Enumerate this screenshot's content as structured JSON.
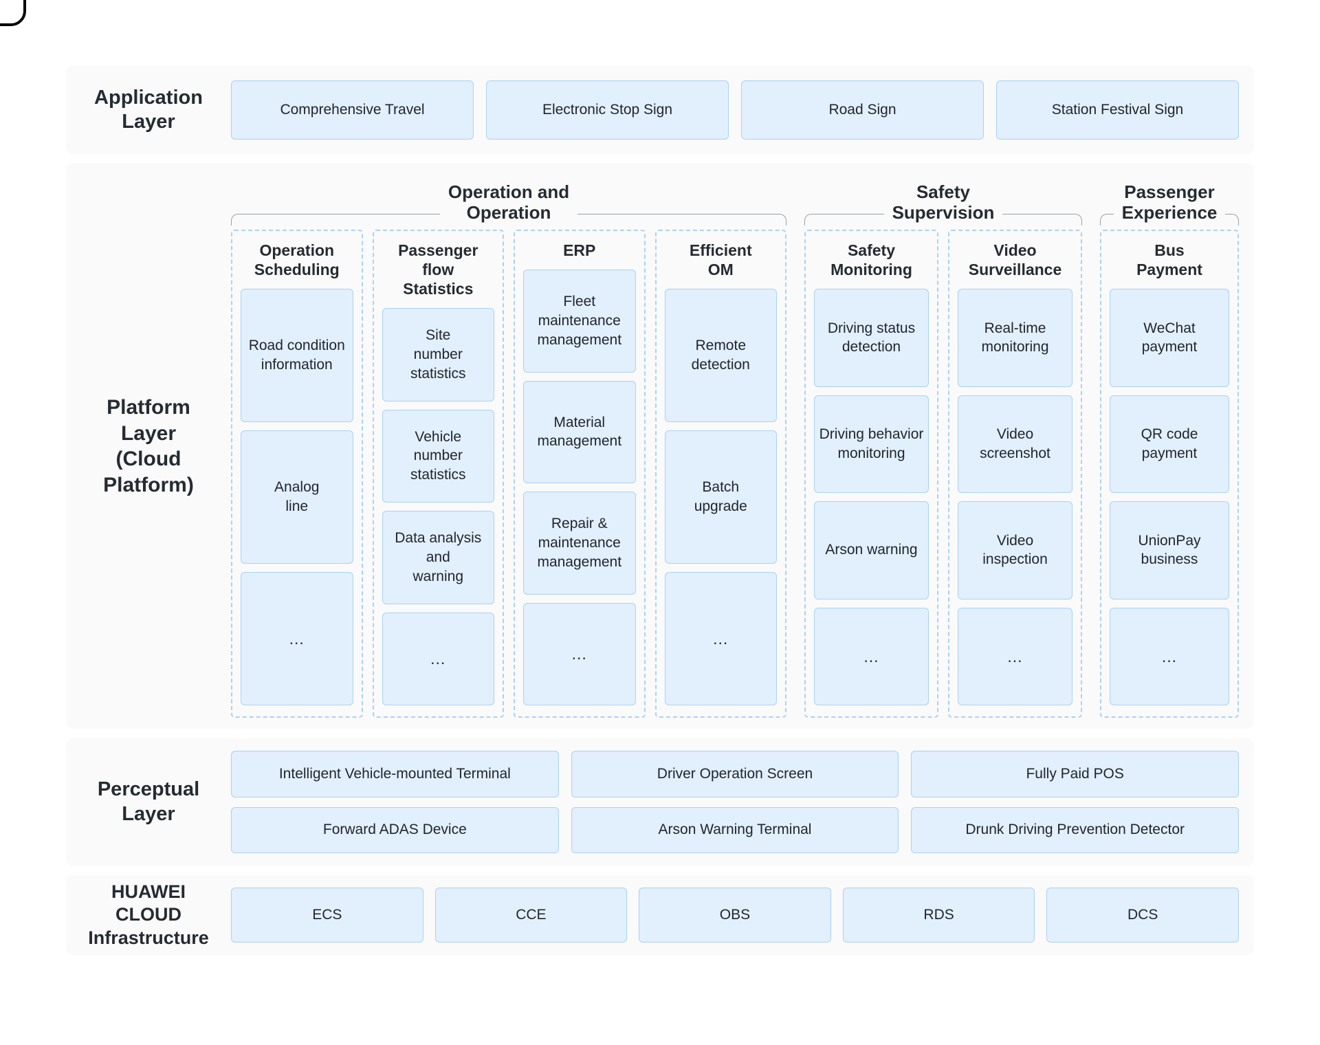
{
  "application_layer": {
    "label": "Application\nLayer",
    "items": [
      "Comprehensive Travel",
      "Electronic Stop Sign",
      "Road Sign",
      "Station Festival Sign"
    ]
  },
  "platform_layer": {
    "label": "Platform\nLayer\n(Cloud\nPlatform)",
    "groups": [
      {
        "title": "Operation and\nOperation",
        "columns": [
          {
            "title": "Operation\nScheduling",
            "items": [
              "Road condition\ninformation",
              "Analog\nline",
              "..."
            ]
          },
          {
            "title": "Passenger flow\nStatistics",
            "items": [
              "Site\nnumber\nstatistics",
              "Vehicle\nnumber\nstatistics",
              "Data analysis\nand\nwarning",
              "..."
            ]
          },
          {
            "title": "ERP",
            "items": [
              "Fleet\nmaintenance\nmanagement",
              "Material\nmanagement",
              "Repair &\nmaintenance\nmanagement",
              "..."
            ]
          },
          {
            "title": "Efficient\nOM",
            "items": [
              "Remote\ndetection",
              "Batch\nupgrade",
              "..."
            ]
          }
        ]
      },
      {
        "title": "Safety\nSupervision",
        "columns": [
          {
            "title": "Safety\nMonitoring",
            "items": [
              "Driving status\ndetection",
              "Driving behavior\nmonitoring",
              "Arson warning",
              "..."
            ]
          },
          {
            "title": "Video\nSurveillance",
            "items": [
              "Real-time\nmonitoring",
              "Video\nscreenshot",
              "Video\ninspection",
              "..."
            ]
          }
        ]
      },
      {
        "title": "Passenger\nExperience",
        "columns": [
          {
            "title": "Bus\nPayment",
            "items": [
              "WeChat\npayment",
              "QR code\npayment",
              "UnionPay\nbusiness",
              "..."
            ]
          }
        ]
      }
    ]
  },
  "perceptual_layer": {
    "label": "Perceptual\nLayer",
    "rows": [
      [
        "Intelligent Vehicle-mounted Terminal",
        "Driver Operation Screen",
        "Fully Paid POS"
      ],
      [
        "Forward ADAS Device",
        "Arson Warning Terminal",
        "Drunk Driving Prevention Detector"
      ]
    ]
  },
  "cloud_layer": {
    "label": "HUAWEI\nCLOUD\nInfrastructure",
    "items": [
      "ECS",
      "CCE",
      "OBS",
      "RDS",
      "DCS"
    ]
  },
  "colors": {
    "box_fill": "#e2effc",
    "box_border": "#a9d2f5",
    "band_bg": "#fafafa",
    "bracket": "#9aa0a6",
    "text": "#1f2329"
  }
}
